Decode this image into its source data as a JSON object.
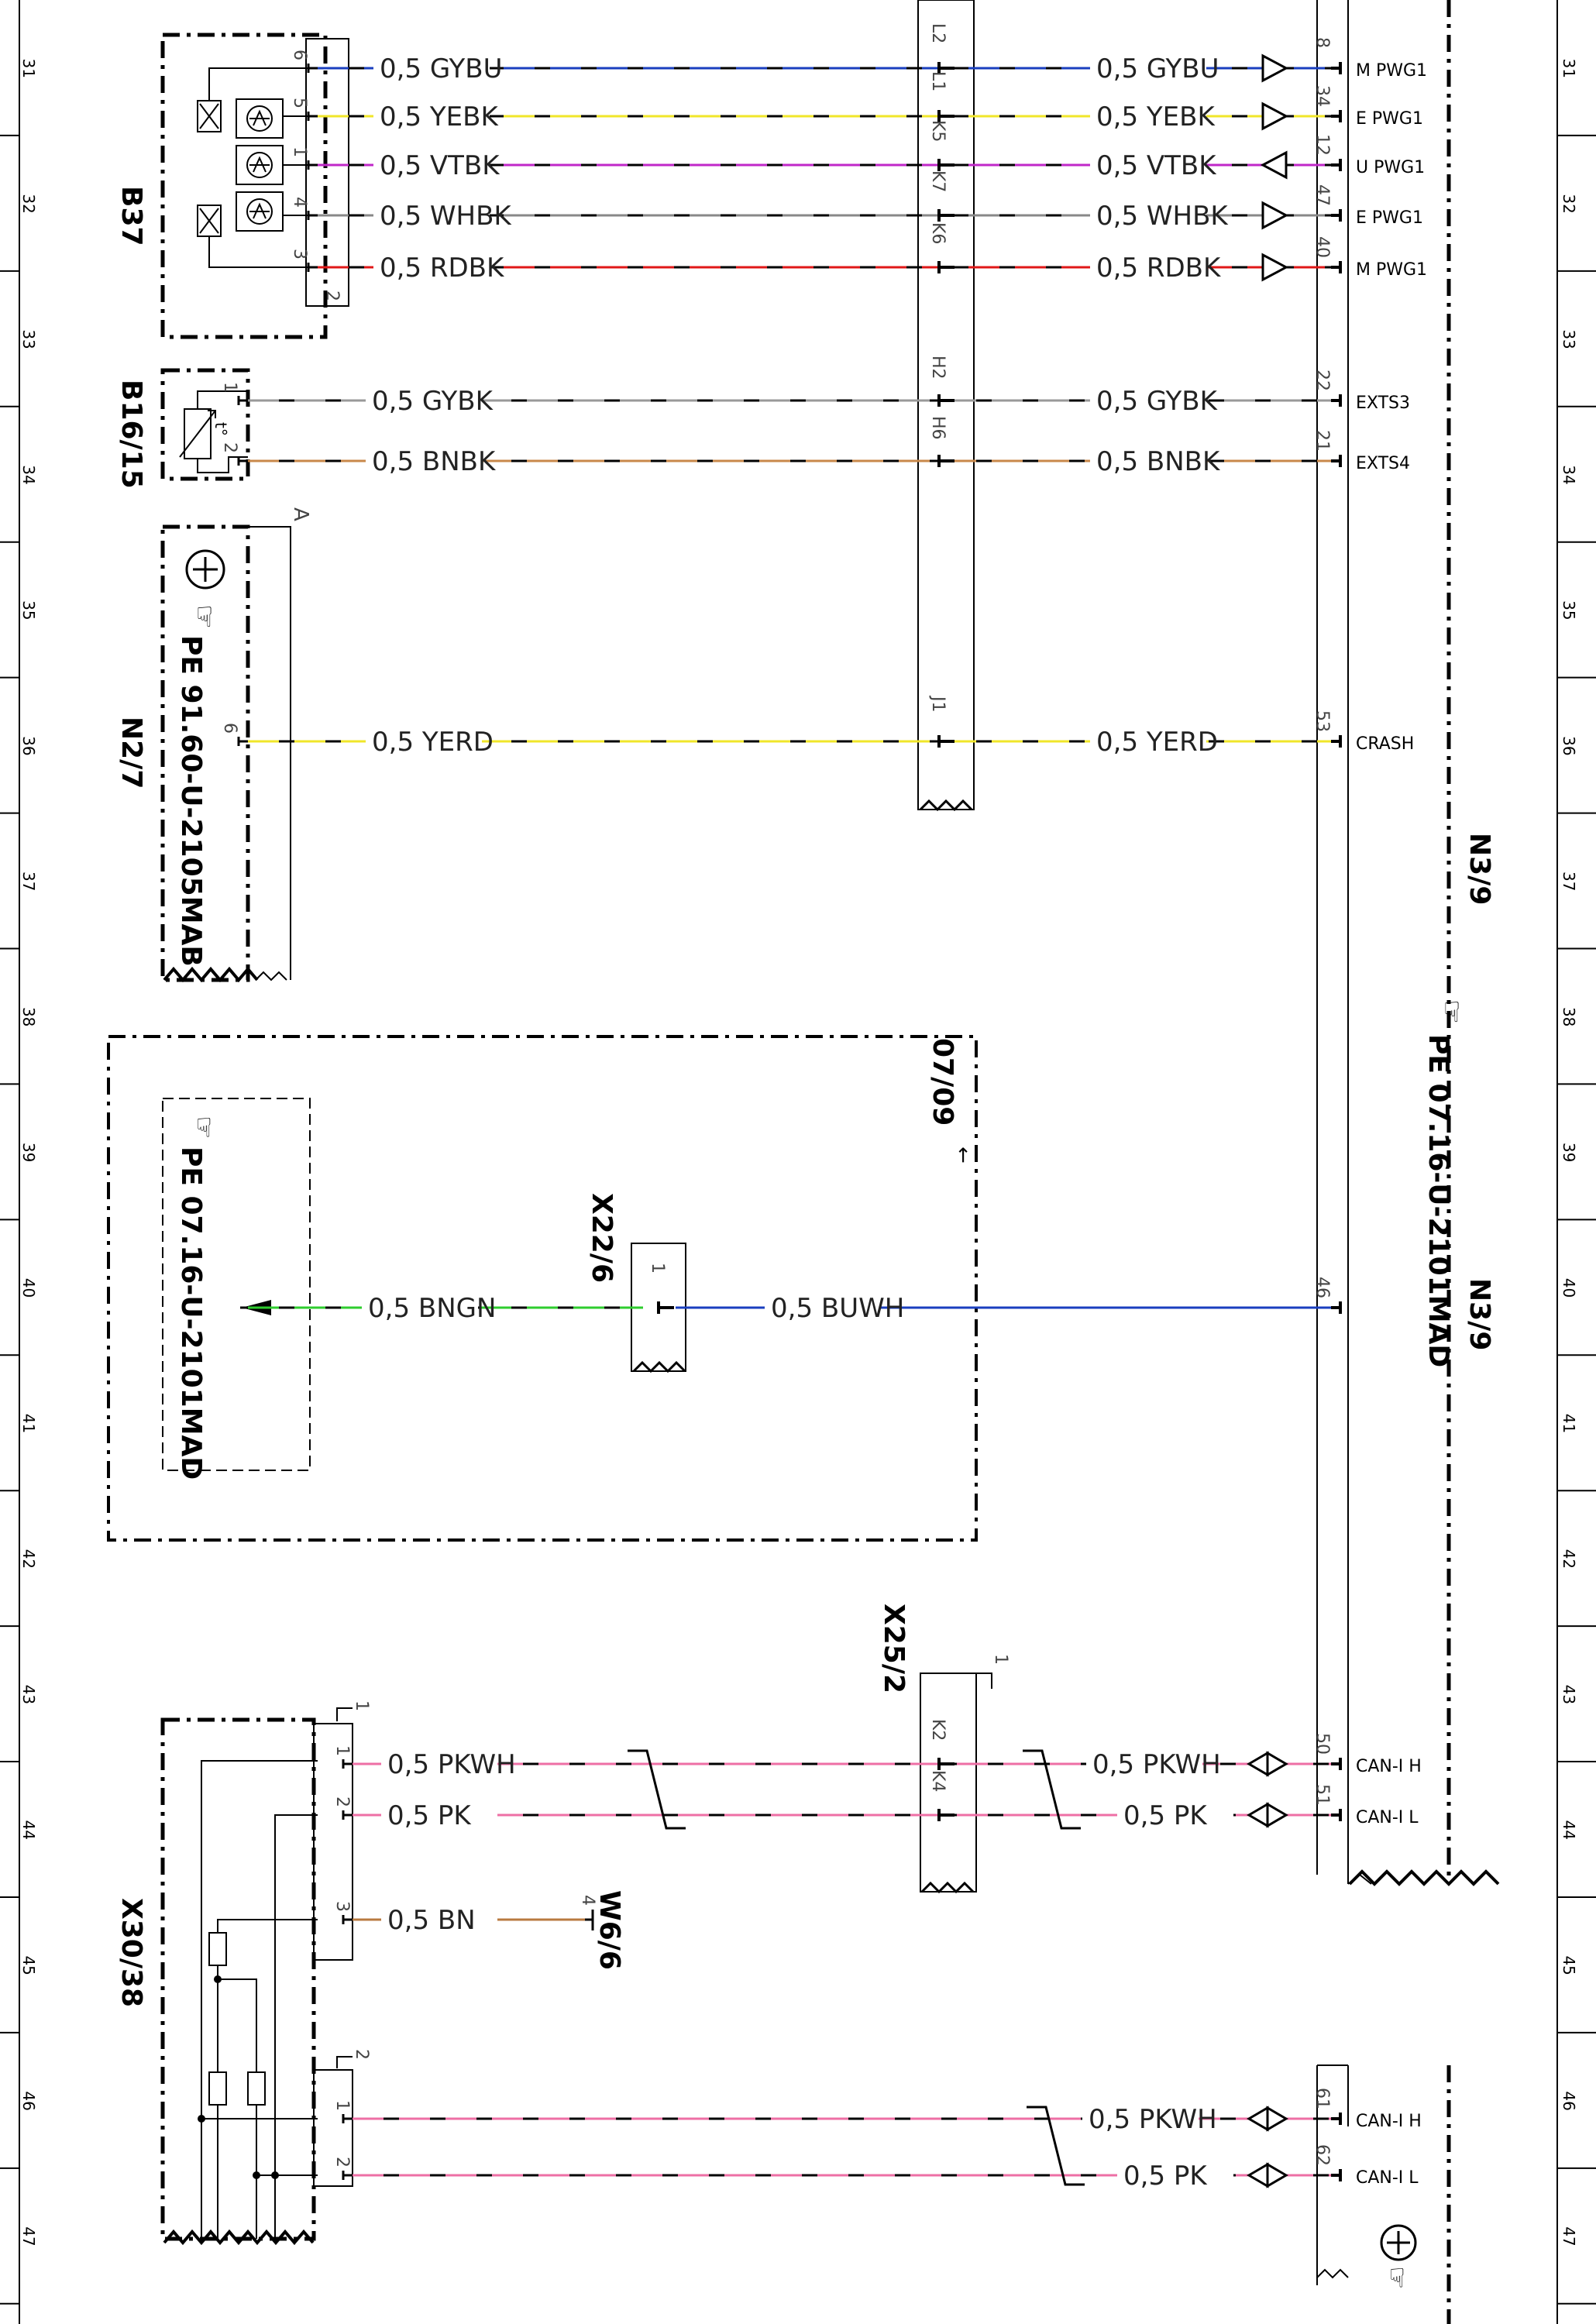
{
  "grid_numbers": [
    "31",
    "32",
    "33",
    "34",
    "35",
    "36",
    "37",
    "38",
    "39",
    "40",
    "41",
    "42",
    "43",
    "44",
    "45",
    "46",
    "47"
  ],
  "components": {
    "b37": {
      "label": "B37"
    },
    "b16_15": {
      "label": "B16/15",
      "sensor_symbol": "t°"
    },
    "n2_7": {
      "label": "N2/7",
      "ref": "PE 91.60-U-2105MAB",
      "connector_letter": "A"
    },
    "n3_9": {
      "label": "N3/9",
      "ref": "PE 07.16-U-2101MAD"
    },
    "box_0709": {
      "label": "07/09",
      "ref": "PE 07.16-U-2101MAD"
    },
    "x22_6": {
      "label": "X22/6"
    },
    "x25_2": {
      "label": "X25/2"
    },
    "x30_38": {
      "label": "X30/38"
    },
    "w6_6": {
      "label": "W6/6"
    }
  },
  "wires": [
    {
      "left_label": "0,5 GYBU",
      "right_label": "0,5 GYBU",
      "src_pin": "6",
      "conn_pin": "L2",
      "dst_pin": "8",
      "signal": "M PWG1",
      "color": "#1a3fbf"
    },
    {
      "left_label": "0,5 YEBK",
      "right_label": "0,5 YEBK",
      "src_pin": "5",
      "conn_pin": "L1",
      "dst_pin": "34",
      "signal": "E PWG1",
      "color": "#f0e62a"
    },
    {
      "left_label": "0,5 VTBK",
      "right_label": "0,5 VTBK",
      "src_pin": "1",
      "conn_pin": "K5",
      "dst_pin": "12",
      "signal": "U PWG1",
      "color": "#c028c8"
    },
    {
      "left_label": "0,5 WHBK",
      "right_label": "0,5 WHBK",
      "src_pin": "4",
      "conn_pin": "K7",
      "dst_pin": "47",
      "signal": "E PWG1",
      "color": "#888888"
    },
    {
      "left_label": "0,5 RDBK",
      "right_label": "0,5 RDBK",
      "src_pin": "3",
      "conn_pin": "K6",
      "dst_pin": "40",
      "signal": "M PWG1",
      "color": "#e01818"
    },
    {
      "left_label": "0,5 GYBK",
      "right_label": "0,5 GYBK",
      "src_pin": "1",
      "conn_pin": "H2",
      "dst_pin": "22",
      "signal": "EXTS3",
      "color": "#999999"
    },
    {
      "left_label": "0,5 BNBK",
      "right_label": "0,5 BNBK",
      "src_pin": "2",
      "conn_pin": "H6",
      "dst_pin": "21",
      "signal": "EXTS4",
      "color": "#c8884a"
    },
    {
      "left_label": "0,5 YERD",
      "right_label": "0,5 YERD",
      "src_pin": "6",
      "conn_pin": "J1",
      "dst_pin": "53",
      "signal": "CRASH",
      "color": "#f0e62a"
    },
    {
      "left_label": "0,5 BNGN",
      "right_label": "0,5 BUWH",
      "src_pin": "",
      "conn_pin": "1",
      "dst_pin": "46",
      "signal": "",
      "color": "#1a3fbf"
    },
    {
      "left_label": "0,5 PKWH",
      "right_label": "0,5 PKWH",
      "src_pin": "1",
      "conn_pin": "K2",
      "dst_pin": "50",
      "signal": "CAN-I H",
      "color": "#ee6fa5"
    },
    {
      "left_label": "0,5 PK",
      "right_label": "0,5 PK",
      "src_pin": "2",
      "conn_pin": "K4",
      "dst_pin": "51",
      "signal": "CAN-I L",
      "color": "#ee6fa5"
    },
    {
      "left_label": "0,5 BN",
      "right_label": "",
      "src_pin": "3",
      "conn_pin": "4",
      "dst_pin": "",
      "signal": "",
      "color": "#b87a40"
    },
    {
      "left_label": "",
      "right_label": "0,5 PKWH",
      "src_pin": "1",
      "conn_pin": "",
      "dst_pin": "61",
      "signal": "CAN-I H",
      "color": "#ee6fa5"
    },
    {
      "left_label": "",
      "right_label": "0,5 PK",
      "src_pin": "2",
      "conn_pin": "",
      "dst_pin": "62",
      "signal": "CAN-I L",
      "color": "#ee6fa5"
    }
  ],
  "misc": {
    "b37_pin2": "2",
    "x30_conn1": "1",
    "x30_conn2": "2",
    "x25_conn": "1"
  }
}
